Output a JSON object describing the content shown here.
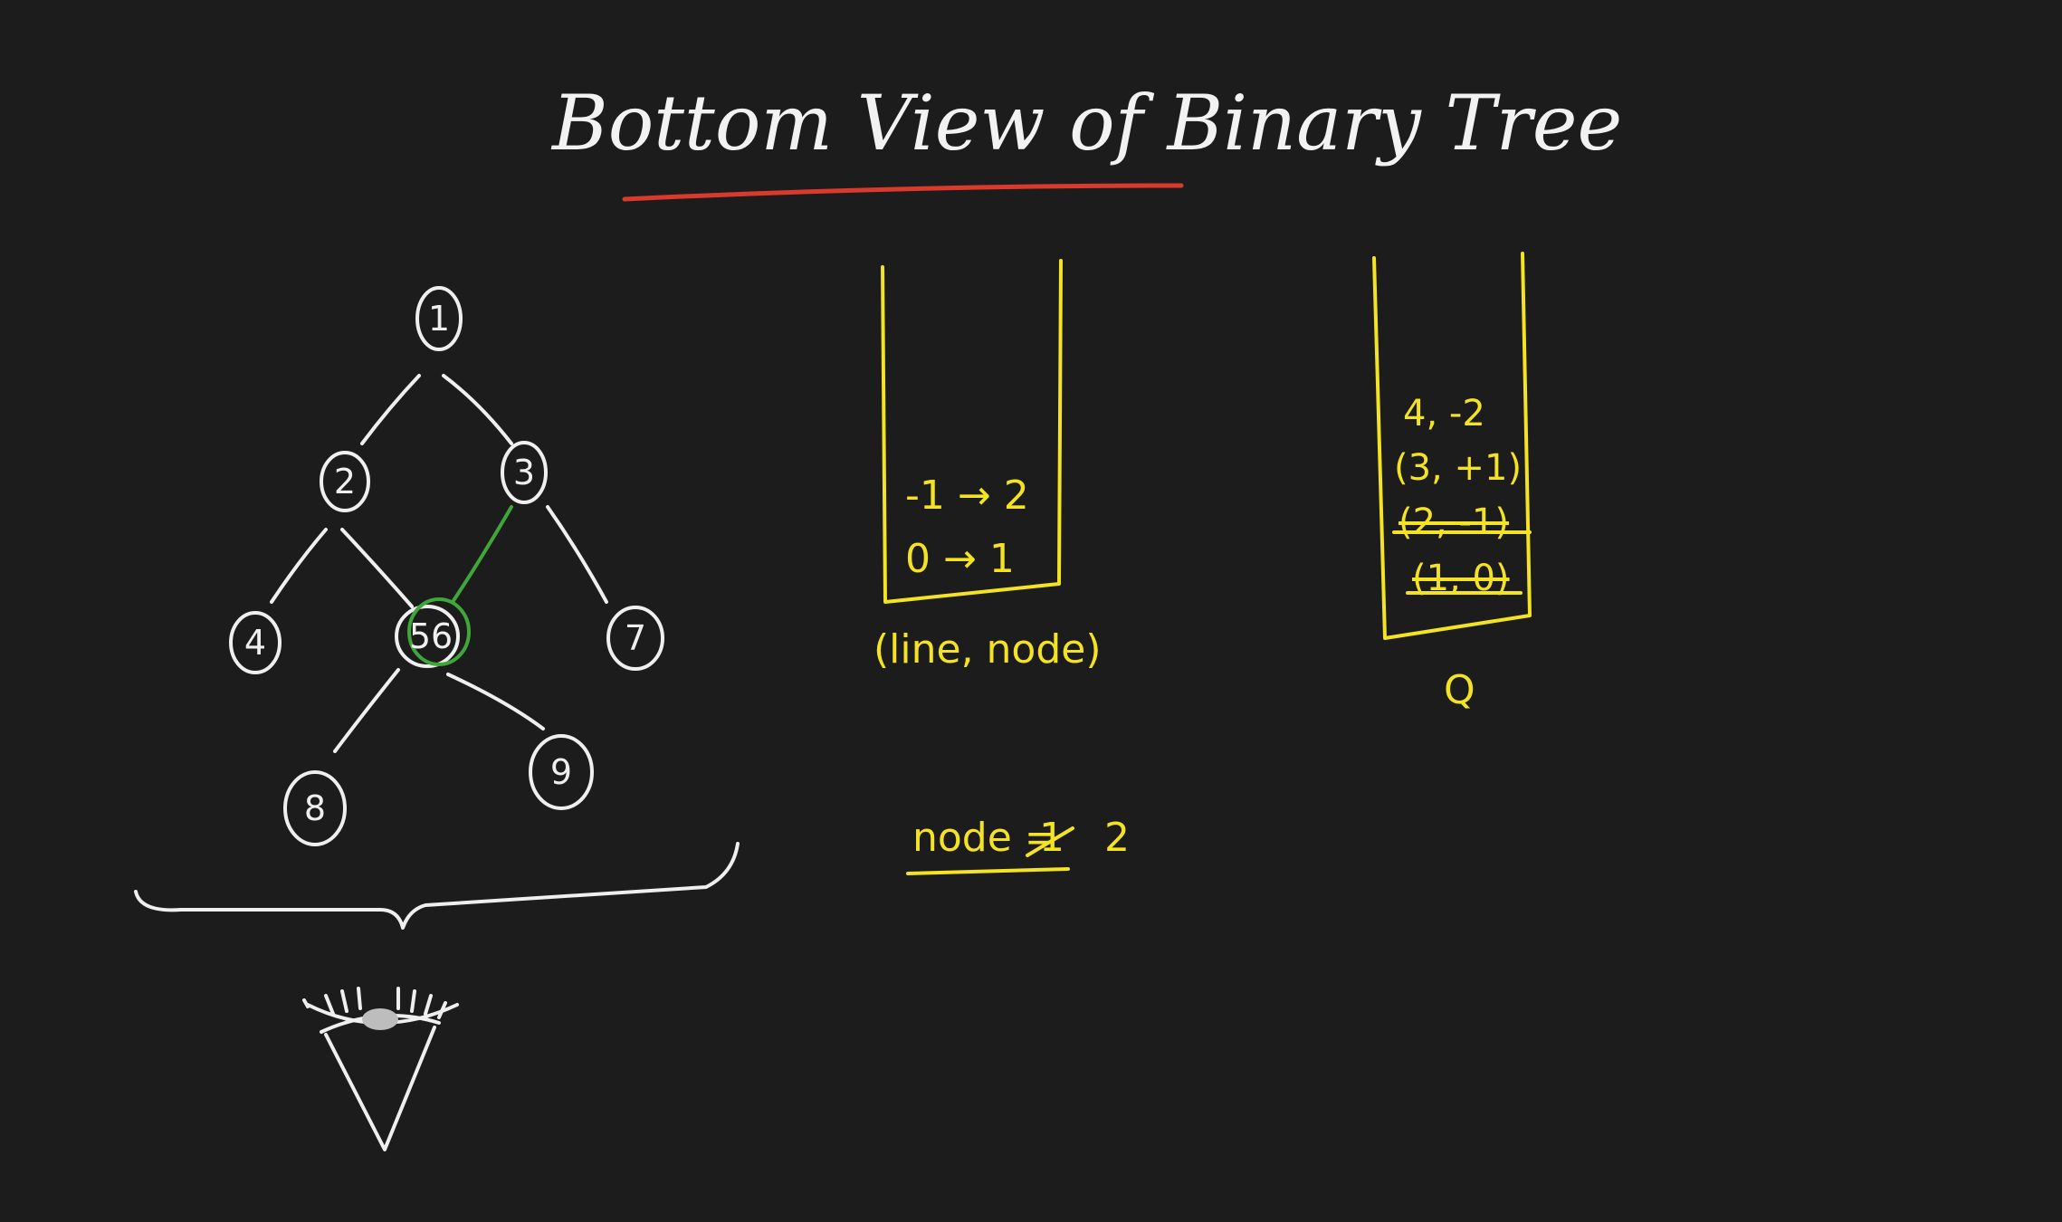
{
  "title": "Bottom View of Binary Tree",
  "colors": {
    "background": "#1c1c1c",
    "chalk_white": "#efefef",
    "marker_yellow": "#f4e224",
    "marker_green": "#3fa63a",
    "underline_red": "#d93a2b"
  },
  "tree": {
    "nodes": [
      "1",
      "2",
      "3",
      "4",
      "56",
      "7",
      "8",
      "9"
    ]
  },
  "map_box": {
    "entries": [
      "-1 → 2",
      "0 → 1"
    ],
    "caption": "(line, node)"
  },
  "queue_box": {
    "entries": [
      "4, -2",
      "(3, +1)",
      "(2, -1)",
      "(1, 0)"
    ],
    "struck_entries": [
      "(2, -1)",
      "(1, 0)"
    ],
    "caption": "Q"
  },
  "note": {
    "prefix": "node =",
    "struck": "1",
    "value": "2"
  },
  "icons": [
    "eye-icon"
  ]
}
